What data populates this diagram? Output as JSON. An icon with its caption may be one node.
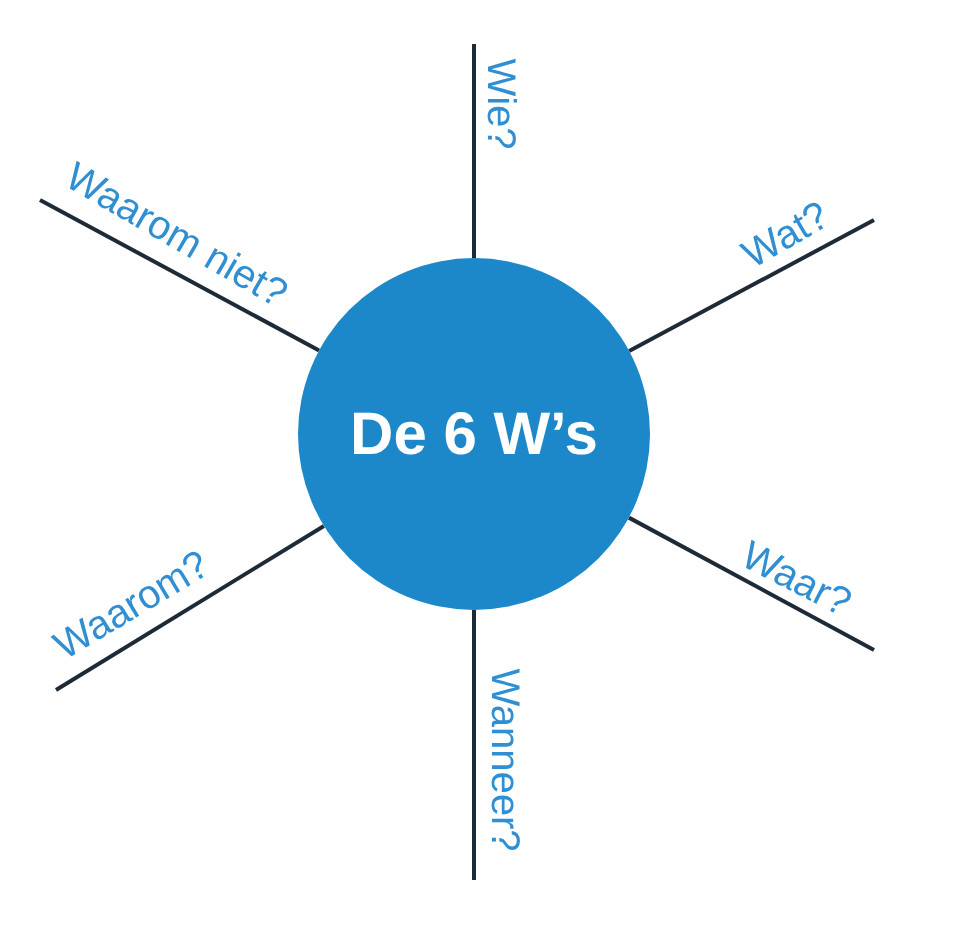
{
  "diagram": {
    "nodes": [
      {
        "text": [
          "De 6 W’s"
        ]
      },
      {
        "text": [
          "Wie?"
        ]
      },
      {
        "text": [
          "Wat?"
        ]
      },
      {
        "text": [
          "Waar?"
        ]
      },
      {
        "text": [
          "Wanneer?"
        ]
      },
      {
        "text": [
          "Waarom?"
        ]
      },
      {
        "text": [
          "Waarom niet?"
        ]
      }
    ],
    "edges": [
      {
        "from": 0,
        "to": 1,
        "arrow": "none"
      },
      {
        "from": 0,
        "to": 2,
        "arrow": "none"
      },
      {
        "from": 0,
        "to": 3,
        "arrow": "none"
      },
      {
        "from": 0,
        "to": 4,
        "arrow": "none"
      },
      {
        "from": 0,
        "to": 5,
        "arrow": "none"
      },
      {
        "from": 0,
        "to": 6,
        "arrow": "none"
      }
    ]
  }
}
